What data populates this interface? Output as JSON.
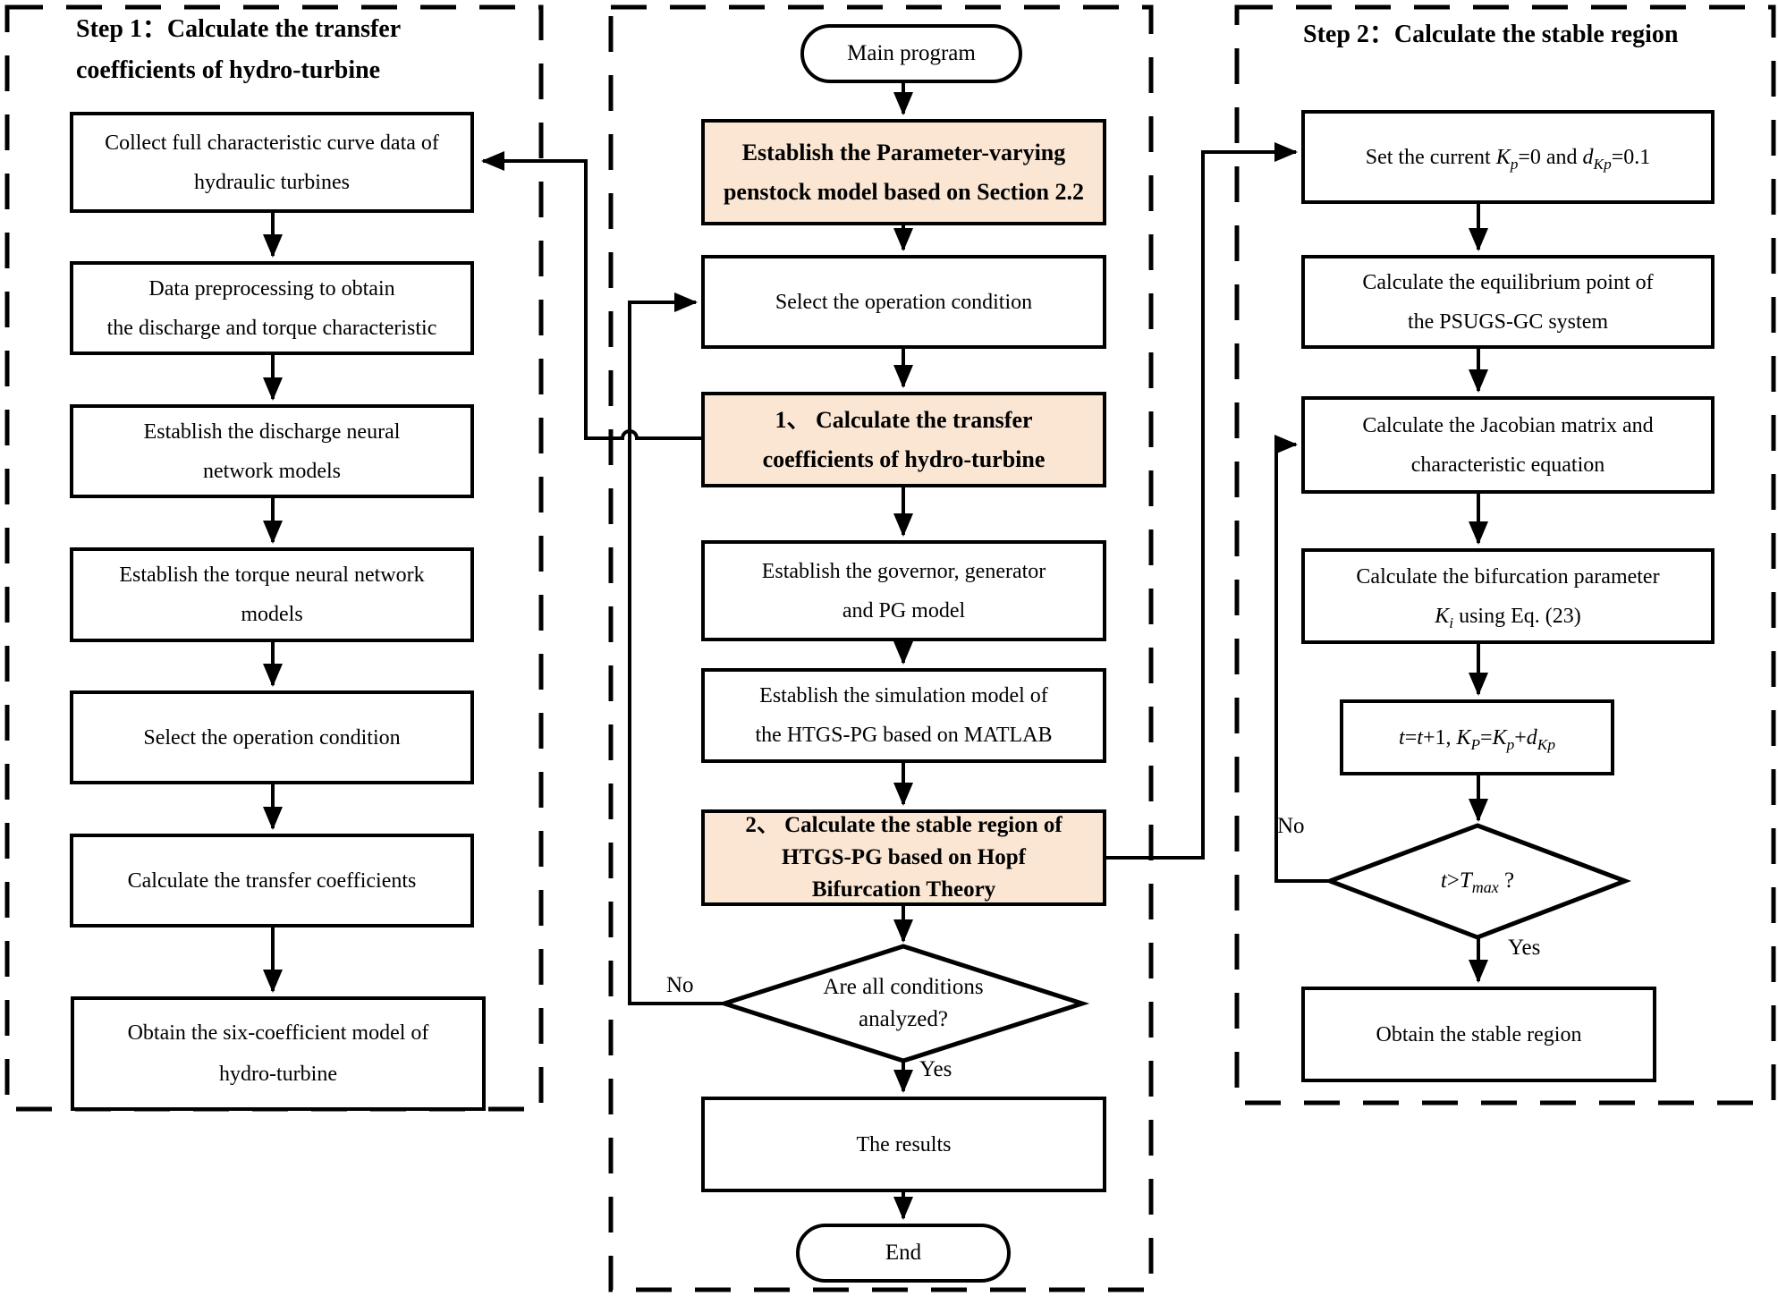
{
  "colors": {
    "shaded_fill": "#FAE6D3",
    "line": "#000000"
  },
  "headers": {
    "step1_line1": "Step 1：Calculate the transfer",
    "step1_line2": "coefficients of hydro-turbine",
    "step2": "Step 2：Calculate the stable region"
  },
  "left": {
    "boxes": [
      {
        "lines": [
          "Collect full characteristic curve data of",
          "hydraulic turbines"
        ]
      },
      {
        "lines": [
          "Data preprocessing  to obtain",
          "the discharge and torque characteristic"
        ]
      },
      {
        "lines": [
          "Establish the discharge neural",
          "network models"
        ]
      },
      {
        "lines": [
          "Establish the torque neural network",
          "models"
        ]
      },
      {
        "lines": [
          "Select the operation condition"
        ]
      },
      {
        "lines": [
          "Calculate the transfer coefficients"
        ]
      },
      {
        "lines": [
          "Obtain the six-coefficient model of",
          "hydro-turbine"
        ]
      }
    ]
  },
  "middle": {
    "start": "Main program",
    "m1": {
      "lines": [
        "Establish the Parameter-varying",
        "penstock model based on Section 2.2"
      ]
    },
    "m2": {
      "lines": [
        "Select the operation condition"
      ]
    },
    "m3": {
      "lines": [
        "1、 Calculate the transfer",
        "coefficients of hydro-turbine"
      ]
    },
    "m4": {
      "lines": [
        "Establish the governor, generator",
        "and PG model"
      ]
    },
    "m5": {
      "lines": [
        "Establish the simulation model of",
        "the HTGS-PG based on MATLAB"
      ]
    },
    "m6": {
      "lines": [
        "2、 Calculate the stable region of",
        "HTGS-PG based on Hopf",
        "Bifurcation Theory"
      ]
    },
    "diamond": {
      "lines": [
        "Are all conditions",
        "analyzed?"
      ]
    },
    "no_label": "No",
    "yes_label": "Yes",
    "results": "The results",
    "end": "End"
  },
  "right": {
    "box1": {
      "s0": "Set the current ",
      "s1": "K",
      "s2": "p",
      "s3": "=0 and ",
      "s4": "d",
      "s5": "Kp",
      "s6": "=0.1"
    },
    "box2": {
      "lines": [
        "Calculate the equilibrium point of",
        "the PSUGS-GC system"
      ]
    },
    "box3": {
      "lines": [
        "Calculate the Jacobian matrix  and",
        "characteristic equation"
      ]
    },
    "box4": {
      "line1": "Calculate the bifurcation parameter",
      "s0": "K",
      "s1": "i",
      "s2": " using Eq. (23)"
    },
    "tbox": {
      "s0": "t",
      "s1": "=",
      "s2": "t",
      "s3": "+1, ",
      "s4": "K",
      "s5": "P",
      "s6": "=",
      "s7": "K",
      "s8": "p",
      "s9": "+",
      "s10": "d",
      "s11": "Kp"
    },
    "diamond": {
      "s0": "t",
      "s1": ">",
      "s2": "T",
      "s3": "max",
      "s4": " ?"
    },
    "no_label": "No",
    "yes_label": "Yes",
    "box5": {
      "lines": [
        "Obtain the stable region"
      ]
    }
  }
}
